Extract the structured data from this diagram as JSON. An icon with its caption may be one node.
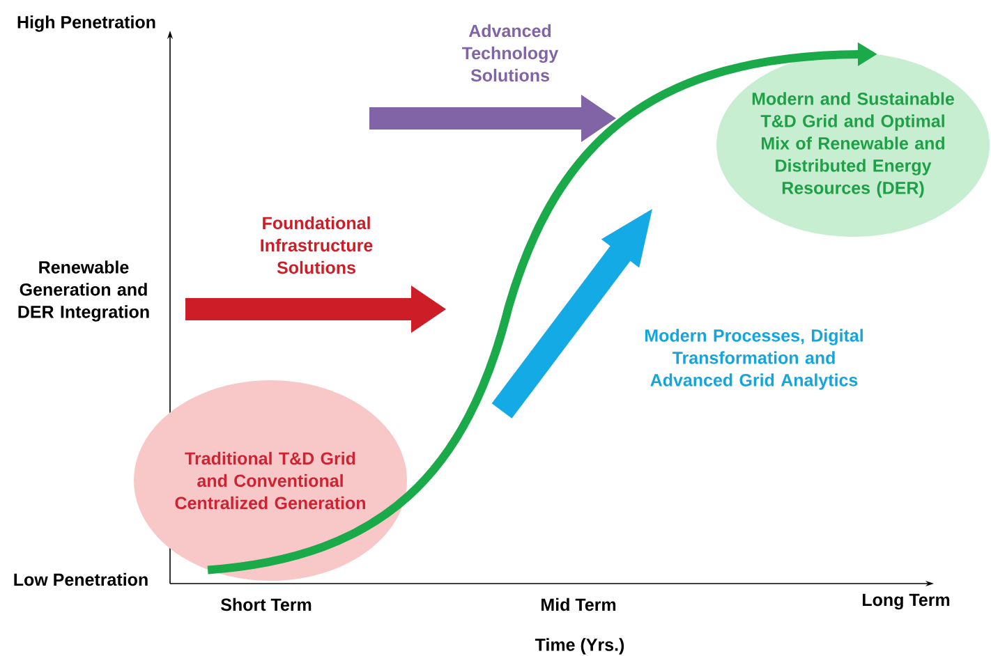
{
  "diagram": {
    "nodes": [
      {
        "text": [
          "Traditional T&D Grid and Conventional Centralized Generation"
        ]
      },
      {
        "text": [
          "Modern and Sustainable T&D Grid and Optimal Mix of Renewable and Distributed Energy Resources (DER)"
        ]
      }
    ],
    "edges": [
      {
        "from": 0,
        "to": 1,
        "arrow": "to",
        "color": "#1aaa4a"
      }
    ],
    "labels": [
      "High Penetration",
      "Advanced Technology Solutions",
      "Foundational Infrastructure Solutions",
      "Renewable Generation and DER Integration",
      "Modern Processes, Digital Transformation and Advanced Grid Analytics",
      "Low Penetration",
      "Short Term",
      "Mid Term",
      "Long Term",
      "Time (Yrs.)"
    ]
  }
}
